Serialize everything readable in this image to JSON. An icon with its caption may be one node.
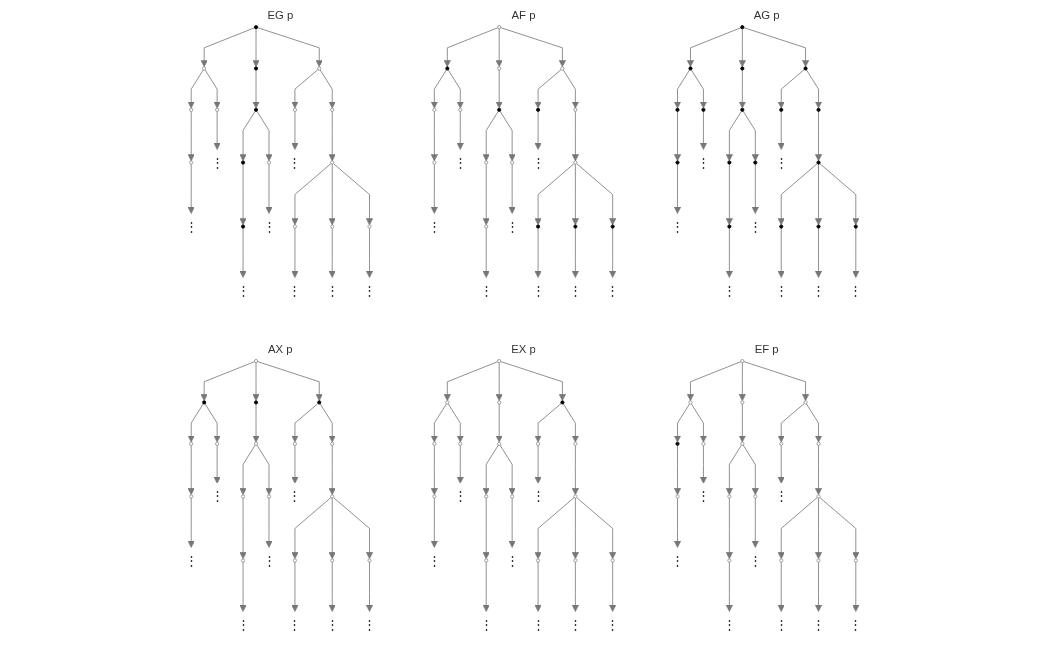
{
  "diagram": {
    "nodes": [
      {
        "text": [],
        "shape": "circle",
        "beside": [
          "AG p"
        ]
      },
      {
        "text": [],
        "shape": "circle"
      },
      {
        "text": [],
        "shape": "circle"
      },
      {
        "text": [],
        "shape": "circle"
      },
      {
        "text": [],
        "shape": "circle"
      },
      {
        "text": [],
        "shape": "circle"
      },
      {
        "text": [],
        "shape": "circle"
      },
      {
        "text": [],
        "shape": "circle"
      },
      {
        "text": [],
        "shape": "circle"
      },
      {
        "text": [],
        "shape": "circle"
      },
      {
        "text": [
          "⋮"
        ]
      },
      {
        "text": [],
        "shape": "circle"
      },
      {
        "text": [],
        "shape": "circle"
      },
      {
        "text": [
          "⋮"
        ]
      },
      {
        "text": [],
        "shape": "circle"
      },
      {
        "text": [
          "⋮"
        ]
      },
      {
        "text": [],
        "shape": "circle"
      },
      {
        "text": [
          "⋮"
        ]
      },
      {
        "text": [],
        "shape": "circle"
      },
      {
        "text": [],
        "shape": "circle"
      },
      {
        "text": [],
        "shape": "circle"
      },
      {
        "text": [
          "⋮"
        ]
      },
      {
        "text": [
          "⋮"
        ]
      },
      {
        "text": [
          "⋮"
        ]
      },
      {
        "text": [
          "⋮"
        ]
      },
      {
        "text": [],
        "shape": "circle",
        "beside": [
          "AF p"
        ]
      },
      {
        "text": [],
        "shape": "circle"
      },
      {
        "text": [],
        "shape": "circle"
      },
      {
        "text": [],
        "shape": "circle"
      },
      {
        "text": [],
        "shape": "circle"
      },
      {
        "text": [],
        "shape": "circle"
      },
      {
        "text": [],
        "shape": "circle"
      },
      {
        "text": [],
        "shape": "circle"
      },
      {
        "text": [],
        "shape": "circle"
      },
      {
        "text": [],
        "shape": "circle"
      },
      {
        "text": [
          "⋮"
        ]
      },
      {
        "text": [],
        "shape": "circle"
      },
      {
        "text": [],
        "shape": "circle"
      },
      {
        "text": [
          "⋮"
        ]
      },
      {
        "text": [],
        "shape": "circle"
      },
      {
        "text": [
          "⋮"
        ]
      },
      {
        "text": [],
        "shape": "circle"
      },
      {
        "text": [
          "⋮"
        ]
      },
      {
        "text": [],
        "shape": "circle"
      },
      {
        "text": [],
        "shape": "circle"
      },
      {
        "text": [],
        "shape": "circle"
      },
      {
        "text": [
          "⋮"
        ]
      },
      {
        "text": [
          "⋮"
        ]
      },
      {
        "text": [
          "⋮"
        ]
      },
      {
        "text": [
          "⋮"
        ]
      },
      {
        "text": [],
        "shape": "circle",
        "beside": [
          "EG p"
        ]
      },
      {
        "text": [],
        "shape": "circle"
      },
      {
        "text": [],
        "shape": "circle"
      },
      {
        "text": [],
        "shape": "circle"
      },
      {
        "text": [],
        "shape": "circle"
      },
      {
        "text": [],
        "shape": "circle"
      },
      {
        "text": [],
        "shape": "circle"
      },
      {
        "text": [],
        "shape": "circle"
      },
      {
        "text": [],
        "shape": "circle"
      },
      {
        "text": [],
        "shape": "circle"
      },
      {
        "text": [
          "⋮"
        ]
      },
      {
        "text": [],
        "shape": "circle"
      },
      {
        "text": [],
        "shape": "circle"
      },
      {
        "text": [
          "⋮"
        ]
      },
      {
        "text": [],
        "shape": "circle"
      },
      {
        "text": [
          "⋮"
        ]
      },
      {
        "text": [],
        "shape": "circle"
      },
      {
        "text": [
          "⋮"
        ]
      },
      {
        "text": [],
        "shape": "circle"
      },
      {
        "text": [],
        "shape": "circle"
      },
      {
        "text": [],
        "shape": "circle"
      },
      {
        "text": [
          "⋮"
        ]
      },
      {
        "text": [
          "⋮"
        ]
      },
      {
        "text": [
          "⋮"
        ]
      },
      {
        "text": [
          "⋮"
        ]
      },
      {
        "text": [],
        "shape": "circle",
        "beside": [
          "EF p"
        ]
      },
      {
        "text": [],
        "shape": "circle"
      },
      {
        "text": [],
        "shape": "circle"
      },
      {
        "text": [],
        "shape": "circle"
      },
      {
        "text": [],
        "shape": "circle"
      },
      {
        "text": [],
        "shape": "circle"
      },
      {
        "text": [],
        "shape": "circle"
      },
      {
        "text": [],
        "shape": "circle"
      },
      {
        "text": [],
        "shape": "circle"
      },
      {
        "text": [],
        "shape": "circle"
      },
      {
        "text": [
          "⋮"
        ]
      },
      {
        "text": [],
        "shape": "circle"
      },
      {
        "text": [],
        "shape": "circle"
      },
      {
        "text": [
          "⋮"
        ]
      },
      {
        "text": [],
        "shape": "circle"
      },
      {
        "text": [
          "⋮"
        ]
      },
      {
        "text": [],
        "shape": "circle"
      },
      {
        "text": [
          "⋮"
        ]
      },
      {
        "text": [],
        "shape": "circle"
      },
      {
        "text": [],
        "shape": "circle"
      },
      {
        "text": [],
        "shape": "circle"
      },
      {
        "text": [
          "⋮"
        ]
      },
      {
        "text": [
          "⋮"
        ]
      },
      {
        "text": [
          "⋮"
        ]
      },
      {
        "text": [
          "⋮"
        ]
      },
      {
        "text": [],
        "shape": "circle",
        "beside": [
          "EX p"
        ]
      },
      {
        "text": [],
        "shape": "circle"
      },
      {
        "text": [],
        "shape": "circle"
      },
      {
        "text": [],
        "shape": "circle"
      },
      {
        "text": [],
        "shape": "circle"
      },
      {
        "text": [],
        "shape": "circle"
      },
      {
        "text": [],
        "shape": "circle"
      },
      {
        "text": [],
        "shape": "circle"
      },
      {
        "text": [],
        "shape": "circle"
      },
      {
        "text": [],
        "shape": "circle"
      },
      {
        "text": [
          "⋮"
        ]
      },
      {
        "text": [],
        "shape": "circle"
      },
      {
        "text": [],
        "shape": "circle"
      },
      {
        "text": [
          "⋮"
        ]
      },
      {
        "text": [],
        "shape": "circle"
      },
      {
        "text": [
          "⋮"
        ]
      },
      {
        "text": [],
        "shape": "circle"
      },
      {
        "text": [
          "⋮"
        ]
      },
      {
        "text": [],
        "shape": "circle"
      },
      {
        "text": [],
        "shape": "circle"
      },
      {
        "text": [],
        "shape": "circle"
      },
      {
        "text": [
          "⋮"
        ]
      },
      {
        "text": [
          "⋮"
        ]
      },
      {
        "text": [
          "⋮"
        ]
      },
      {
        "text": [
          "⋮"
        ]
      },
      {
        "text": [],
        "shape": "circle",
        "beside": [
          "AX p"
        ]
      },
      {
        "text": [],
        "shape": "circle"
      },
      {
        "text": [],
        "shape": "circle"
      },
      {
        "text": [],
        "shape": "circle"
      },
      {
        "text": [],
        "shape": "circle"
      },
      {
        "text": [],
        "shape": "circle"
      },
      {
        "text": [],
        "shape": "circle"
      },
      {
        "text": [],
        "shape": "circle"
      },
      {
        "text": [],
        "shape": "circle"
      },
      {
        "text": [],
        "shape": "circle"
      },
      {
        "text": [
          "⋮"
        ]
      },
      {
        "text": [],
        "shape": "circle"
      },
      {
        "text": [],
        "shape": "circle"
      },
      {
        "text": [
          "⋮"
        ]
      },
      {
        "text": [],
        "shape": "circle"
      },
      {
        "text": [
          "⋮"
        ]
      },
      {
        "text": [],
        "shape": "circle"
      },
      {
        "text": [
          "⋮"
        ]
      },
      {
        "text": [],
        "shape": "circle"
      },
      {
        "text": [],
        "shape": "circle"
      },
      {
        "text": [],
        "shape": "circle"
      },
      {
        "text": [
          "⋮"
        ]
      },
      {
        "text": [
          "⋮"
        ]
      },
      {
        "text": [
          "⋮"
        ]
      },
      {
        "text": [
          "⋮"
        ]
      }
    ],
    "edges": [
      {
        "from": 0,
        "to": 1,
        "arrow": "to"
      },
      {
        "from": 0,
        "to": 2,
        "arrow": "to"
      },
      {
        "from": 0,
        "to": 3,
        "arrow": "to"
      },
      {
        "from": 1,
        "to": 4,
        "arrow": "to"
      },
      {
        "from": 1,
        "to": 5,
        "arrow": "to"
      },
      {
        "from": 2,
        "to": 6,
        "arrow": "to"
      },
      {
        "from": 3,
        "to": 7,
        "arrow": "to"
      },
      {
        "from": 3,
        "to": 8,
        "arrow": "to"
      },
      {
        "from": 4,
        "to": 9,
        "arrow": "to"
      },
      {
        "from": 5,
        "to": 10,
        "arrow": "to"
      },
      {
        "from": 6,
        "to": 11,
        "arrow": "to"
      },
      {
        "from": 6,
        "to": 12,
        "arrow": "to"
      },
      {
        "from": 7,
        "to": 13,
        "arrow": "to"
      },
      {
        "from": 8,
        "to": 14,
        "arrow": "to"
      },
      {
        "from": 9,
        "to": 15,
        "arrow": "to"
      },
      {
        "from": 11,
        "to": 16,
        "arrow": "to"
      },
      {
        "from": 12,
        "to": 17,
        "arrow": "to"
      },
      {
        "from": 14,
        "to": 18,
        "arrow": "to"
      },
      {
        "from": 14,
        "to": 19,
        "arrow": "to"
      },
      {
        "from": 14,
        "to": 20,
        "arrow": "to"
      },
      {
        "from": 16,
        "to": 21,
        "arrow": "to"
      },
      {
        "from": 18,
        "to": 22,
        "arrow": "to"
      },
      {
        "from": 19,
        "to": 23,
        "arrow": "to"
      },
      {
        "from": 20,
        "to": 24,
        "arrow": "to"
      },
      {
        "from": 25,
        "to": 26,
        "arrow": "to"
      },
      {
        "from": 25,
        "to": 27,
        "arrow": "to"
      },
      {
        "from": 25,
        "to": 28,
        "arrow": "to"
      },
      {
        "from": 26,
        "to": 29,
        "arrow": "to"
      },
      {
        "from": 26,
        "to": 30,
        "arrow": "to"
      },
      {
        "from": 27,
        "to": 31,
        "arrow": "to"
      },
      {
        "from": 28,
        "to": 32,
        "arrow": "to"
      },
      {
        "from": 28,
        "to": 33,
        "arrow": "to"
      },
      {
        "from": 29,
        "to": 34,
        "arrow": "to"
      },
      {
        "from": 30,
        "to": 35,
        "arrow": "to"
      },
      {
        "from": 31,
        "to": 36,
        "arrow": "to"
      },
      {
        "from": 31,
        "to": 37,
        "arrow": "to"
      },
      {
        "from": 32,
        "to": 38,
        "arrow": "to"
      },
      {
        "from": 33,
        "to": 39,
        "arrow": "to"
      },
      {
        "from": 34,
        "to": 40,
        "arrow": "to"
      },
      {
        "from": 36,
        "to": 41,
        "arrow": "to"
      },
      {
        "from": 37,
        "to": 42,
        "arrow": "to"
      },
      {
        "from": 39,
        "to": 43,
        "arrow": "to"
      },
      {
        "from": 39,
        "to": 44,
        "arrow": "to"
      },
      {
        "from": 39,
        "to": 45,
        "arrow": "to"
      },
      {
        "from": 41,
        "to": 46,
        "arrow": "to"
      },
      {
        "from": 43,
        "to": 47,
        "arrow": "to"
      },
      {
        "from": 44,
        "to": 48,
        "arrow": "to"
      },
      {
        "from": 45,
        "to": 49,
        "arrow": "to"
      },
      {
        "from": 50,
        "to": 51,
        "arrow": "to"
      },
      {
        "from": 50,
        "to": 52,
        "arrow": "to"
      },
      {
        "from": 50,
        "to": 53,
        "arrow": "to"
      },
      {
        "from": 51,
        "to": 54,
        "arrow": "to"
      },
      {
        "from": 51,
        "to": 55,
        "arrow": "to"
      },
      {
        "from": 52,
        "to": 56,
        "arrow": "to"
      },
      {
        "from": 53,
        "to": 57,
        "arrow": "to"
      },
      {
        "from": 53,
        "to": 58,
        "arrow": "to"
      },
      {
        "from": 54,
        "to": 59,
        "arrow": "to"
      },
      {
        "from": 55,
        "to": 60,
        "arrow": "to"
      },
      {
        "from": 56,
        "to": 61,
        "arrow": "to"
      },
      {
        "from": 56,
        "to": 62,
        "arrow": "to"
      },
      {
        "from": 57,
        "to": 63,
        "arrow": "to"
      },
      {
        "from": 58,
        "to": 64,
        "arrow": "to"
      },
      {
        "from": 59,
        "to": 65,
        "arrow": "to"
      },
      {
        "from": 61,
        "to": 66,
        "arrow": "to"
      },
      {
        "from": 62,
        "to": 67,
        "arrow": "to"
      },
      {
        "from": 64,
        "to": 68,
        "arrow": "to"
      },
      {
        "from": 64,
        "to": 69,
        "arrow": "to"
      },
      {
        "from": 64,
        "to": 70,
        "arrow": "to"
      },
      {
        "from": 66,
        "to": 71,
        "arrow": "to"
      },
      {
        "from": 68,
        "to": 72,
        "arrow": "to"
      },
      {
        "from": 69,
        "to": 73,
        "arrow": "to"
      },
      {
        "from": 70,
        "to": 74,
        "arrow": "to"
      },
      {
        "from": 75,
        "to": 76,
        "arrow": "to"
      },
      {
        "from": 75,
        "to": 77,
        "arrow": "to"
      },
      {
        "from": 75,
        "to": 78,
        "arrow": "to"
      },
      {
        "from": 76,
        "to": 79,
        "arrow": "to"
      },
      {
        "from": 76,
        "to": 80,
        "arrow": "to"
      },
      {
        "from": 77,
        "to": 81,
        "arrow": "to"
      },
      {
        "from": 78,
        "to": 82,
        "arrow": "to"
      },
      {
        "from": 78,
        "to": 83,
        "arrow": "to"
      },
      {
        "from": 79,
        "to": 84,
        "arrow": "to"
      },
      {
        "from": 80,
        "to": 85,
        "arrow": "to"
      },
      {
        "from": 81,
        "to": 86,
        "arrow": "to"
      },
      {
        "from": 81,
        "to": 87,
        "arrow": "to"
      },
      {
        "from": 82,
        "to": 88,
        "arrow": "to"
      },
      {
        "from": 83,
        "to": 89,
        "arrow": "to"
      },
      {
        "from": 84,
        "to": 90,
        "arrow": "to"
      },
      {
        "from": 86,
        "to": 91,
        "arrow": "to"
      },
      {
        "from": 87,
        "to": 92,
        "arrow": "to"
      },
      {
        "from": 89,
        "to": 93,
        "arrow": "to"
      },
      {
        "from": 89,
        "to": 94,
        "arrow": "to"
      },
      {
        "from": 89,
        "to": 95,
        "arrow": "to"
      },
      {
        "from": 91,
        "to": 96,
        "arrow": "to"
      },
      {
        "from": 93,
        "to": 97,
        "arrow": "to"
      },
      {
        "from": 94,
        "to": 98,
        "arrow": "to"
      },
      {
        "from": 95,
        "to": 99,
        "arrow": "to"
      },
      {
        "from": 100,
        "to": 101,
        "arrow": "to"
      },
      {
        "from": 100,
        "to": 102,
        "arrow": "to"
      },
      {
        "from": 100,
        "to": 103,
        "arrow": "to"
      },
      {
        "from": 101,
        "to": 104,
        "arrow": "to"
      },
      {
        "from": 101,
        "to": 105,
        "arrow": "to"
      },
      {
        "from": 102,
        "to": 106,
        "arrow": "to"
      },
      {
        "from": 103,
        "to": 107,
        "arrow": "to"
      },
      {
        "from": 103,
        "to": 108,
        "arrow": "to"
      },
      {
        "from": 104,
        "to": 109,
        "arrow": "to"
      },
      {
        "from": 105,
        "to": 110,
        "arrow": "to"
      },
      {
        "from": 106,
        "to": 111,
        "arrow": "to"
      },
      {
        "from": 106,
        "to": 112,
        "arrow": "to"
      },
      {
        "from": 107,
        "to": 113,
        "arrow": "to"
      },
      {
        "from": 108,
        "to": 114,
        "arrow": "to"
      },
      {
        "from": 109,
        "to": 115,
        "arrow": "to"
      },
      {
        "from": 111,
        "to": 116,
        "arrow": "to"
      },
      {
        "from": 112,
        "to": 117,
        "arrow": "to"
      },
      {
        "from": 114,
        "to": 118,
        "arrow": "to"
      },
      {
        "from": 114,
        "to": 119,
        "arrow": "to"
      },
      {
        "from": 114,
        "to": 120,
        "arrow": "to"
      },
      {
        "from": 116,
        "to": 121,
        "arrow": "to"
      },
      {
        "from": 118,
        "to": 122,
        "arrow": "to"
      },
      {
        "from": 119,
        "to": 123,
        "arrow": "to"
      },
      {
        "from": 120,
        "to": 124,
        "arrow": "to"
      },
      {
        "from": 125,
        "to": 126,
        "arrow": "to"
      },
      {
        "from": 125,
        "to": 127,
        "arrow": "to"
      },
      {
        "from": 125,
        "to": 128,
        "arrow": "to"
      },
      {
        "from": 126,
        "to": 129,
        "arrow": "to"
      },
      {
        "from": 126,
        "to": 130,
        "arrow": "to"
      },
      {
        "from": 127,
        "to": 131,
        "arrow": "to"
      },
      {
        "from": 128,
        "to": 132,
        "arrow": "to"
      },
      {
        "from": 128,
        "to": 133,
        "arrow": "to"
      },
      {
        "from": 129,
        "to": 134,
        "arrow": "to"
      },
      {
        "from": 130,
        "to": 135,
        "arrow": "to"
      },
      {
        "from": 131,
        "to": 136,
        "arrow": "to"
      },
      {
        "from": 131,
        "to": 137,
        "arrow": "to"
      },
      {
        "from": 132,
        "to": 138,
        "arrow": "to"
      },
      {
        "from": 133,
        "to": 139,
        "arrow": "to"
      },
      {
        "from": 134,
        "to": 140,
        "arrow": "to"
      },
      {
        "from": 136,
        "to": 141,
        "arrow": "to"
      },
      {
        "from": 137,
        "to": 142,
        "arrow": "to"
      },
      {
        "from": 139,
        "to": 143,
        "arrow": "to"
      },
      {
        "from": 139,
        "to": 144,
        "arrow": "to"
      },
      {
        "from": 139,
        "to": 145,
        "arrow": "to"
      },
      {
        "from": 141,
        "to": 146,
        "arrow": "to"
      },
      {
        "from": 143,
        "to": 147,
        "arrow": "to"
      },
      {
        "from": 144,
        "to": 148,
        "arrow": "to"
      },
      {
        "from": 145,
        "to": 149,
        "arrow": "to"
      }
    ]
  }
}
